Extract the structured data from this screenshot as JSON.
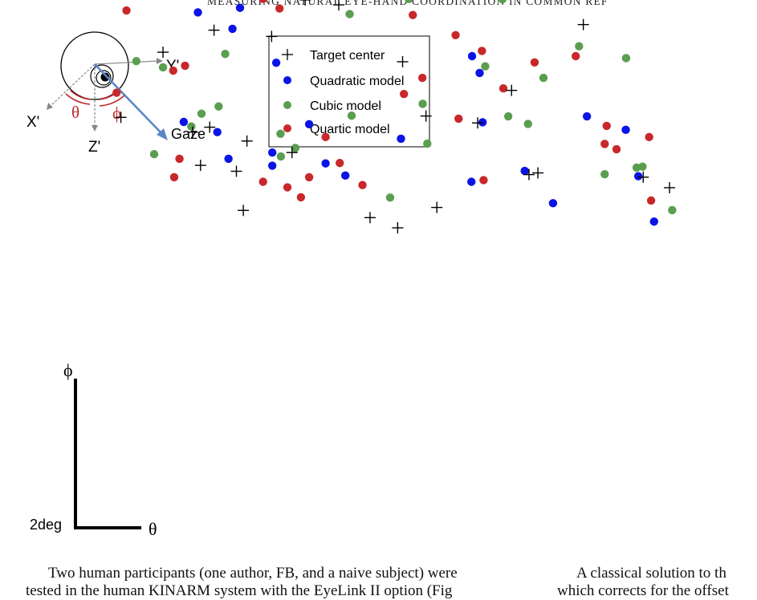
{
  "header": {
    "running_title": "MEASURING NATURAL EYE-HAND COORDINATION IN COMMON REF"
  },
  "figure": {
    "inset": {
      "y_axis_label": "Y'",
      "x_axis_label": "X'",
      "z_axis_label": "Z'",
      "theta": "θ",
      "phi": "ϕ",
      "gaze_label": "Gaze",
      "colors": {
        "arc": "#c0282b",
        "gaze": "#5b86c9",
        "axis": "#888888"
      }
    },
    "legend": [
      {
        "label": "Target center",
        "marker": "plus",
        "color": "#000000"
      },
      {
        "label": "Quadratic model",
        "marker": "dot",
        "color": "#0a14e6"
      },
      {
        "label": "Cubic model",
        "marker": "dot",
        "color": "#5a9e50"
      },
      {
        "label": "Quartic model",
        "marker": "dot",
        "color": "#c8282b"
      }
    ],
    "scale_bar": {
      "label": "2deg",
      "x_axis": "θ",
      "y_axis": "ϕ",
      "x_units": 2,
      "y_units": 2
    }
  },
  "chart_data": {
    "type": "scatter",
    "xlabel": "θ",
    "ylabel": "ϕ",
    "scale": "2deg",
    "series": [
      {
        "name": "Target center",
        "marker": "plus",
        "color": "#000000",
        "points": [
          [
            1.65,
            16.43
          ],
          [
            5.96,
            14.99
          ],
          [
            4.21,
            15.18
          ],
          [
            6.98,
            16.1
          ],
          [
            1.38,
            12.53
          ],
          [
            2.66,
            14.51
          ],
          [
            8.0,
            15.95
          ],
          [
            9.25,
            16.59
          ],
          [
            10.71,
            16.81
          ],
          [
            12.85,
            16.71
          ],
          [
            14.32,
            16.28
          ],
          [
            15.43,
            15.35
          ],
          [
            4.08,
            12.23
          ],
          [
            9.94,
            14.22
          ],
          [
            10.65,
            12.57
          ],
          [
            13.25,
            13.35
          ],
          [
            13.78,
            10.79
          ],
          [
            5.21,
            11.81
          ],
          [
            3.56,
            12.08
          ],
          [
            3.8,
            11.07
          ],
          [
            6.58,
            11.46
          ],
          [
            8.95,
            9.48
          ],
          [
            10.98,
            9.79
          ],
          [
            12.22,
            12.36
          ],
          [
            17.25,
            10.71
          ],
          [
            18.05,
            10.39
          ],
          [
            5.1,
            9.7
          ],
          [
            9.79,
            9.17
          ],
          [
            4.89,
            10.89
          ],
          [
            14.05,
            10.84
          ]
        ]
      },
      {
        "name": "Quadratic model",
        "marker": "dot",
        "color": "#0a14e6",
        "points": [
          [
            1.35,
            16.57
          ],
          [
            2.67,
            16.91
          ],
          [
            5.0,
            15.86
          ],
          [
            6.1,
            14.19
          ],
          [
            8.25,
            16.38
          ],
          [
            9.27,
            16.8
          ],
          [
            10.14,
            16.96
          ],
          [
            12.05,
            14.39
          ],
          [
            12.28,
            13.88
          ],
          [
            13.65,
            10.9
          ],
          [
            14.51,
            9.92
          ],
          [
            15.54,
            12.56
          ],
          [
            16.72,
            12.15
          ],
          [
            17.1,
            10.74
          ],
          [
            17.58,
            9.36
          ],
          [
            4.31,
            12.08
          ],
          [
            7.1,
            12.32
          ],
          [
            7.6,
            11.13
          ],
          [
            8.2,
            10.76
          ],
          [
            9.89,
            11.88
          ],
          [
            12.03,
            10.57
          ],
          [
            15.46,
            16.43
          ],
          [
            2.82,
            16.66
          ],
          [
            3.72,
            15.72
          ],
          [
            4.77,
            15.22
          ],
          [
            5.98,
            11.46
          ],
          [
            5.98,
            11.06
          ],
          [
            4.65,
            11.27
          ],
          [
            3.29,
            12.39
          ],
          [
            12.37,
            12.38
          ]
        ]
      },
      {
        "name": "Cubic model",
        "marker": "dot",
        "color": "#5a9e50",
        "points": [
          [
            1.85,
            14.24
          ],
          [
            4.55,
            14.46
          ],
          [
            2.66,
            14.05
          ],
          [
            2.39,
            11.41
          ],
          [
            3.52,
            12.25
          ],
          [
            3.83,
            12.64
          ],
          [
            4.35,
            12.86
          ],
          [
            6.23,
            12.03
          ],
          [
            6.68,
            11.6
          ],
          [
            6.24,
            11.34
          ],
          [
            8.33,
            15.67
          ],
          [
            10.13,
            16.13
          ],
          [
            10.86,
            16.72
          ],
          [
            11.87,
            16.61
          ],
          [
            12.97,
            16.12
          ],
          [
            13.15,
            12.56
          ],
          [
            13.75,
            12.33
          ],
          [
            14.22,
            13.73
          ],
          [
            15.3,
            14.69
          ],
          [
            16.73,
            14.33
          ],
          [
            17.23,
            11.03
          ],
          [
            17.05,
            11.0
          ],
          [
            16.08,
            10.8
          ],
          [
            18.13,
            9.71
          ],
          [
            5.72,
            16.43
          ],
          [
            8.39,
            12.58
          ],
          [
            10.55,
            12.94
          ],
          [
            9.56,
            10.09
          ],
          [
            10.69,
            11.73
          ],
          [
            12.45,
            14.08
          ]
        ]
      },
      {
        "name": "Quartic model",
        "marker": "dot",
        "color": "#c8282b",
        "points": [
          [
            1.55,
            15.78
          ],
          [
            1.25,
            13.28
          ],
          [
            3.33,
            14.1
          ],
          [
            2.97,
            13.95
          ],
          [
            3.16,
            11.27
          ],
          [
            5.7,
            16.13
          ],
          [
            6.2,
            15.84
          ],
          [
            7.6,
            11.93
          ],
          [
            8.03,
            11.14
          ],
          [
            8.72,
            10.47
          ],
          [
            9.98,
            13.24
          ],
          [
            10.25,
            15.64
          ],
          [
            11.55,
            15.03
          ],
          [
            11.64,
            12.49
          ],
          [
            12.35,
            14.55
          ],
          [
            13.0,
            13.41
          ],
          [
            13.95,
            14.2
          ],
          [
            15.2,
            14.39
          ],
          [
            16.14,
            12.27
          ],
          [
            16.08,
            11.72
          ],
          [
            16.44,
            11.56
          ],
          [
            17.43,
            11.93
          ],
          [
            17.49,
            10.0
          ],
          [
            5.7,
            10.57
          ],
          [
            6.85,
            10.1
          ],
          [
            3.0,
            10.71
          ],
          [
            7.1,
            10.71
          ],
          [
            6.44,
            10.4
          ],
          [
            10.54,
            13.73
          ],
          [
            12.4,
            10.62
          ]
        ]
      }
    ]
  },
  "body_text": {
    "left_line_1": "Two human participants (one author, FB, and a naive subject) were",
    "left_line_2": "tested in the human KINARM system with the EyeLink II option (Fig",
    "right_line_1": "A classical solution to th",
    "right_line_2": "which corrects for the offset"
  }
}
